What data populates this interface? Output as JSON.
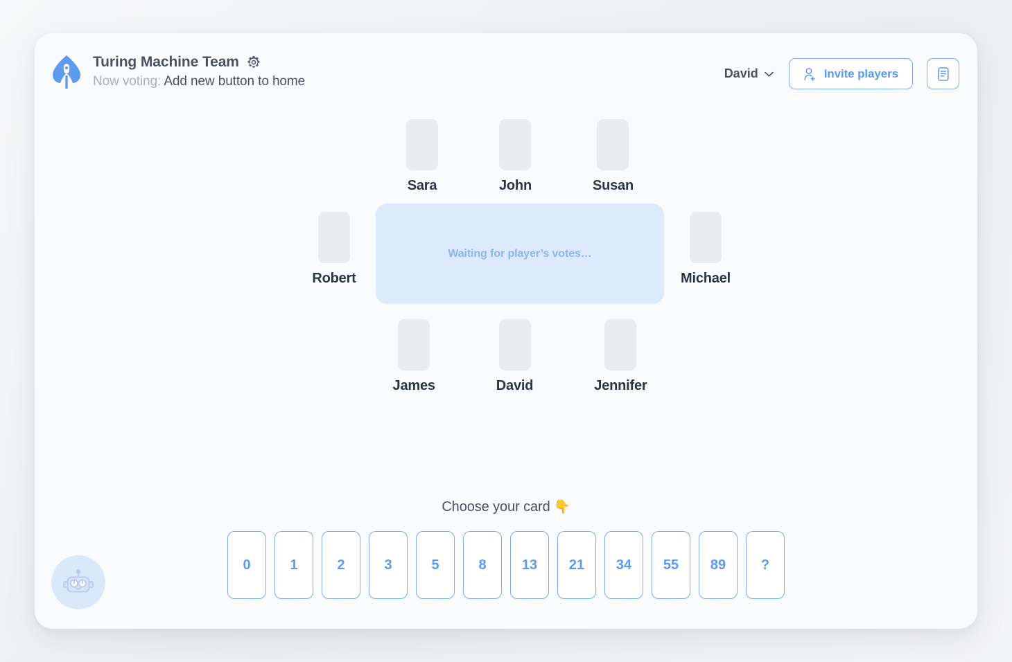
{
  "header": {
    "logo_icon": "spade-rocket-logo",
    "team_name": "Turing Machine Team",
    "settings_icon": "gear-icon",
    "voting_label": "Now voting:",
    "voting_topic": "Add new button to home",
    "user_name": "David",
    "user_chevron_icon": "chevron-down-icon",
    "invite_icon": "person-add-icon",
    "invite_label": "Invite players",
    "notes_icon": "document-icon"
  },
  "board": {
    "status_text": "Waiting for player’s votes…",
    "top_players": [
      {
        "name": "Sara",
        "voted": false
      },
      {
        "name": "John",
        "voted": false
      },
      {
        "name": "Susan",
        "voted": false
      }
    ],
    "left_player": {
      "name": "Robert",
      "voted": false
    },
    "right_player": {
      "name": "Michael",
      "voted": false
    },
    "bottom_players": [
      {
        "name": "James",
        "voted": false
      },
      {
        "name": "David",
        "voted": false
      },
      {
        "name": "Jennifer",
        "voted": false
      }
    ]
  },
  "deck": {
    "prompt": "Choose your card",
    "prompt_emoji": "👇",
    "cards": [
      "0",
      "1",
      "2",
      "3",
      "5",
      "8",
      "13",
      "21",
      "34",
      "55",
      "89",
      "?"
    ]
  },
  "assistant": {
    "icon": "robot-icon"
  },
  "colors": {
    "accent_blue": "#5b9aef",
    "border_blue": "#7eaaf0",
    "table_bg": "#ddeafb",
    "table_text": "#8cb5ec",
    "player_card": "#ebecef",
    "name_dark": "#2b3445",
    "muted_gray": "#aab0bb",
    "card_bg": "#fafbfc",
    "page_bg": "#f1f2f4"
  }
}
